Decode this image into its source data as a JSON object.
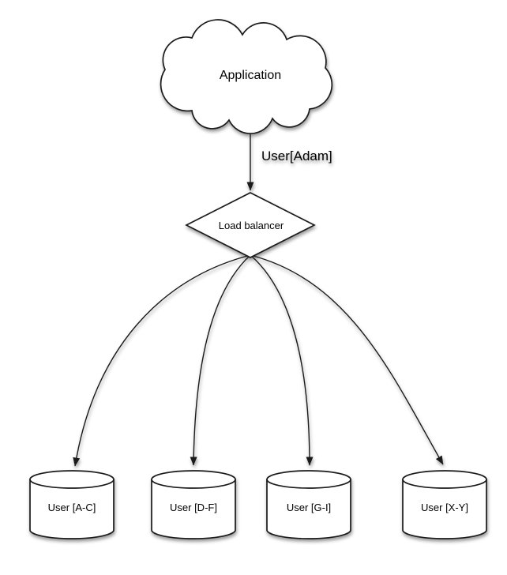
{
  "diagram": {
    "nodes": {
      "application": {
        "label": "Application",
        "shape": "cloud"
      },
      "load_balancer": {
        "label": "Load balancer",
        "shape": "diamond"
      },
      "shards": [
        {
          "label": "User [A-C]",
          "shape": "cylinder"
        },
        {
          "label": "User [D-F]",
          "shape": "cylinder"
        },
        {
          "label": "User [G-I]",
          "shape": "cylinder"
        },
        {
          "label": "User [X-Y]",
          "shape": "cylinder"
        }
      ]
    },
    "edges": {
      "app_to_lb": {
        "label": "User[Adam]"
      }
    },
    "colors": {
      "stroke": "#1b1b1b",
      "fill": "#ffffff",
      "background": "#ffffff",
      "text": "#000000"
    }
  }
}
